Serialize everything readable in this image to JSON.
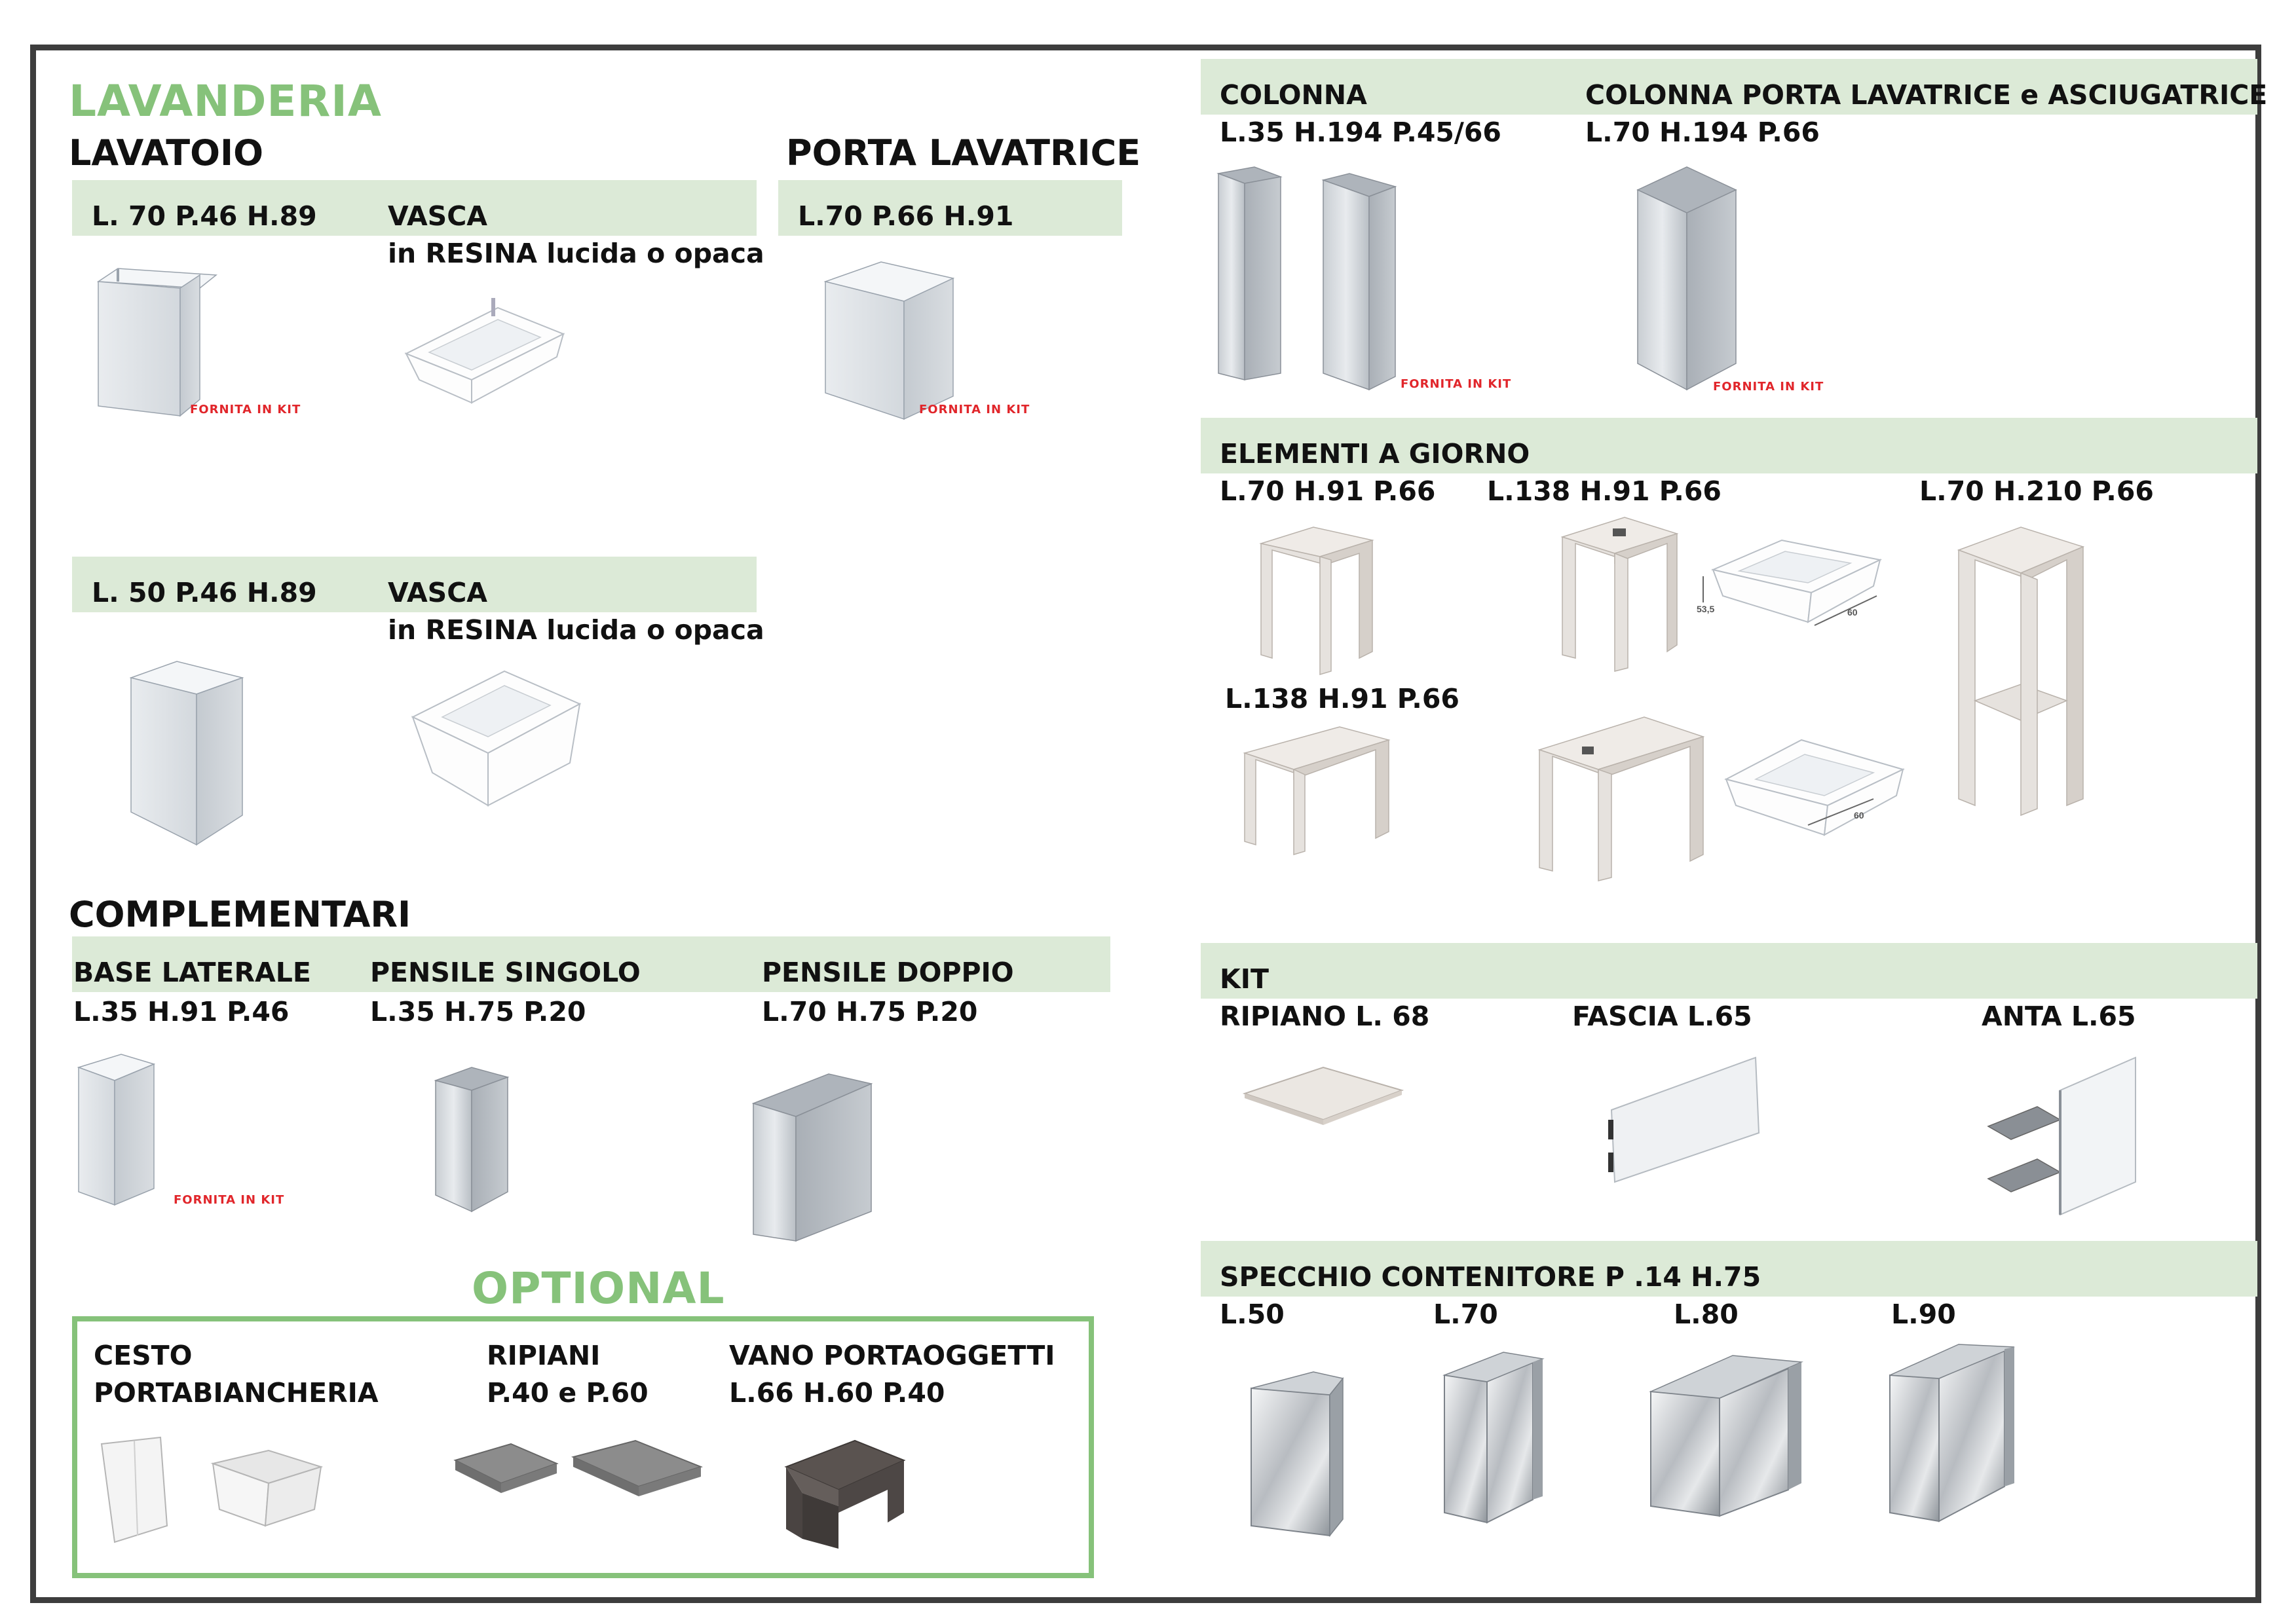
{
  "lavanderia": {
    "title": "LAVANDERIA",
    "lavatoio": {
      "title": "LAVATOIO",
      "row1": {
        "dims": "L. 70 P.46 H.89",
        "vasca_title": "VASCA",
        "vasca_sub": "in RESINA lucida o opaca",
        "kit_note": "FORNITA IN KIT"
      },
      "row2": {
        "dims": "L. 50 P.46 H.89",
        "vasca_title": "VASCA",
        "vasca_sub": "in RESINA lucida o opaca"
      }
    },
    "porta_lavatrice": {
      "title": "PORTA LAVATRICE",
      "dims": "L.70 P.66 H.91",
      "kit_note": "FORNITA IN KIT"
    },
    "complementari": {
      "title": "COMPLEMENTARI",
      "items": [
        {
          "name": "BASE LATERALE",
          "dims": "L.35 H.91 P.46",
          "kit_note": "FORNITA IN KIT"
        },
        {
          "name": "PENSILE SINGOLO",
          "dims": "L.35 H.75 P.20"
        },
        {
          "name": "PENSILE DOPPIO",
          "dims": "L.70 H.75 P.20"
        }
      ]
    },
    "optional": {
      "title": "OPTIONAL",
      "items": [
        {
          "line1": "CESTO",
          "line2": "PORTABIANCHERIA"
        },
        {
          "line1": "RIPIANI",
          "line2": "P.40 e P.60"
        },
        {
          "line1": "VANO PORTAOGGETTI",
          "line2": "L.66 H.60 P.40"
        }
      ]
    }
  },
  "colonna": {
    "title": "COLONNA",
    "dims": "L.35 H.194 P.45/66",
    "kit_note": "FORNITA IN KIT",
    "porta": {
      "title": "COLONNA PORTA LAVATRICE e ASCIUGATRICE",
      "dims": "L.70 H.194 P.66",
      "kit_note": "FORNITA IN KIT"
    }
  },
  "elementi_a_giorno": {
    "title": "ELEMENTI A GIORNO",
    "items": [
      {
        "dims": "L.70 H.91 P.66"
      },
      {
        "dims": "L.138 H.91 P.66"
      },
      {
        "dims": "L.70 H.210 P.66"
      },
      {
        "dims": "L.138 H.91 P.66"
      }
    ],
    "sink_dims": {
      "a": "53,5",
      "b": "60",
      "c": "60"
    }
  },
  "kit": {
    "title": "KIT",
    "items": [
      {
        "label": "RIPIANO L. 68"
      },
      {
        "label": "FASCIA  L.65"
      },
      {
        "label": "ANTA L.65"
      }
    ]
  },
  "specchio": {
    "title": "SPECCHIO CONTENITORE P .14 H.75",
    "sizes": [
      "L.50",
      "L.70",
      "L.80",
      "L.90"
    ]
  }
}
